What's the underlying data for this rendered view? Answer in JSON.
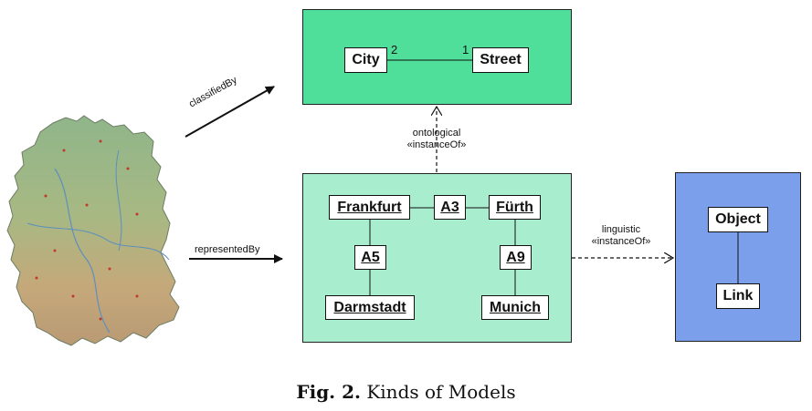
{
  "type_model": {
    "classes": [
      "City",
      "Street"
    ],
    "multiplicity_city_end": "2",
    "multiplicity_street_end": "1"
  },
  "instance_model": {
    "objects": [
      "Frankfurt",
      "Fürth",
      "Darmstadt",
      "Munich"
    ],
    "links": [
      "A3",
      "A5",
      "A9"
    ]
  },
  "meta_model": {
    "classes": [
      "Object",
      "Link"
    ]
  },
  "relations": {
    "classified_by": "classifiedBy",
    "represented_by": "representedBy",
    "ontological_line1": "ontological",
    "ontological_line2": "«instanceOf»",
    "linguistic_line1": "linguistic",
    "linguistic_line2": "«instanceOf»"
  },
  "caption": {
    "label": "Fig. 2.",
    "text": "Kinds of Models"
  },
  "colors": {
    "type_model_bg": "#50df9b",
    "instance_model_bg": "#a7edce",
    "meta_model_bg": "#7b9fea"
  }
}
